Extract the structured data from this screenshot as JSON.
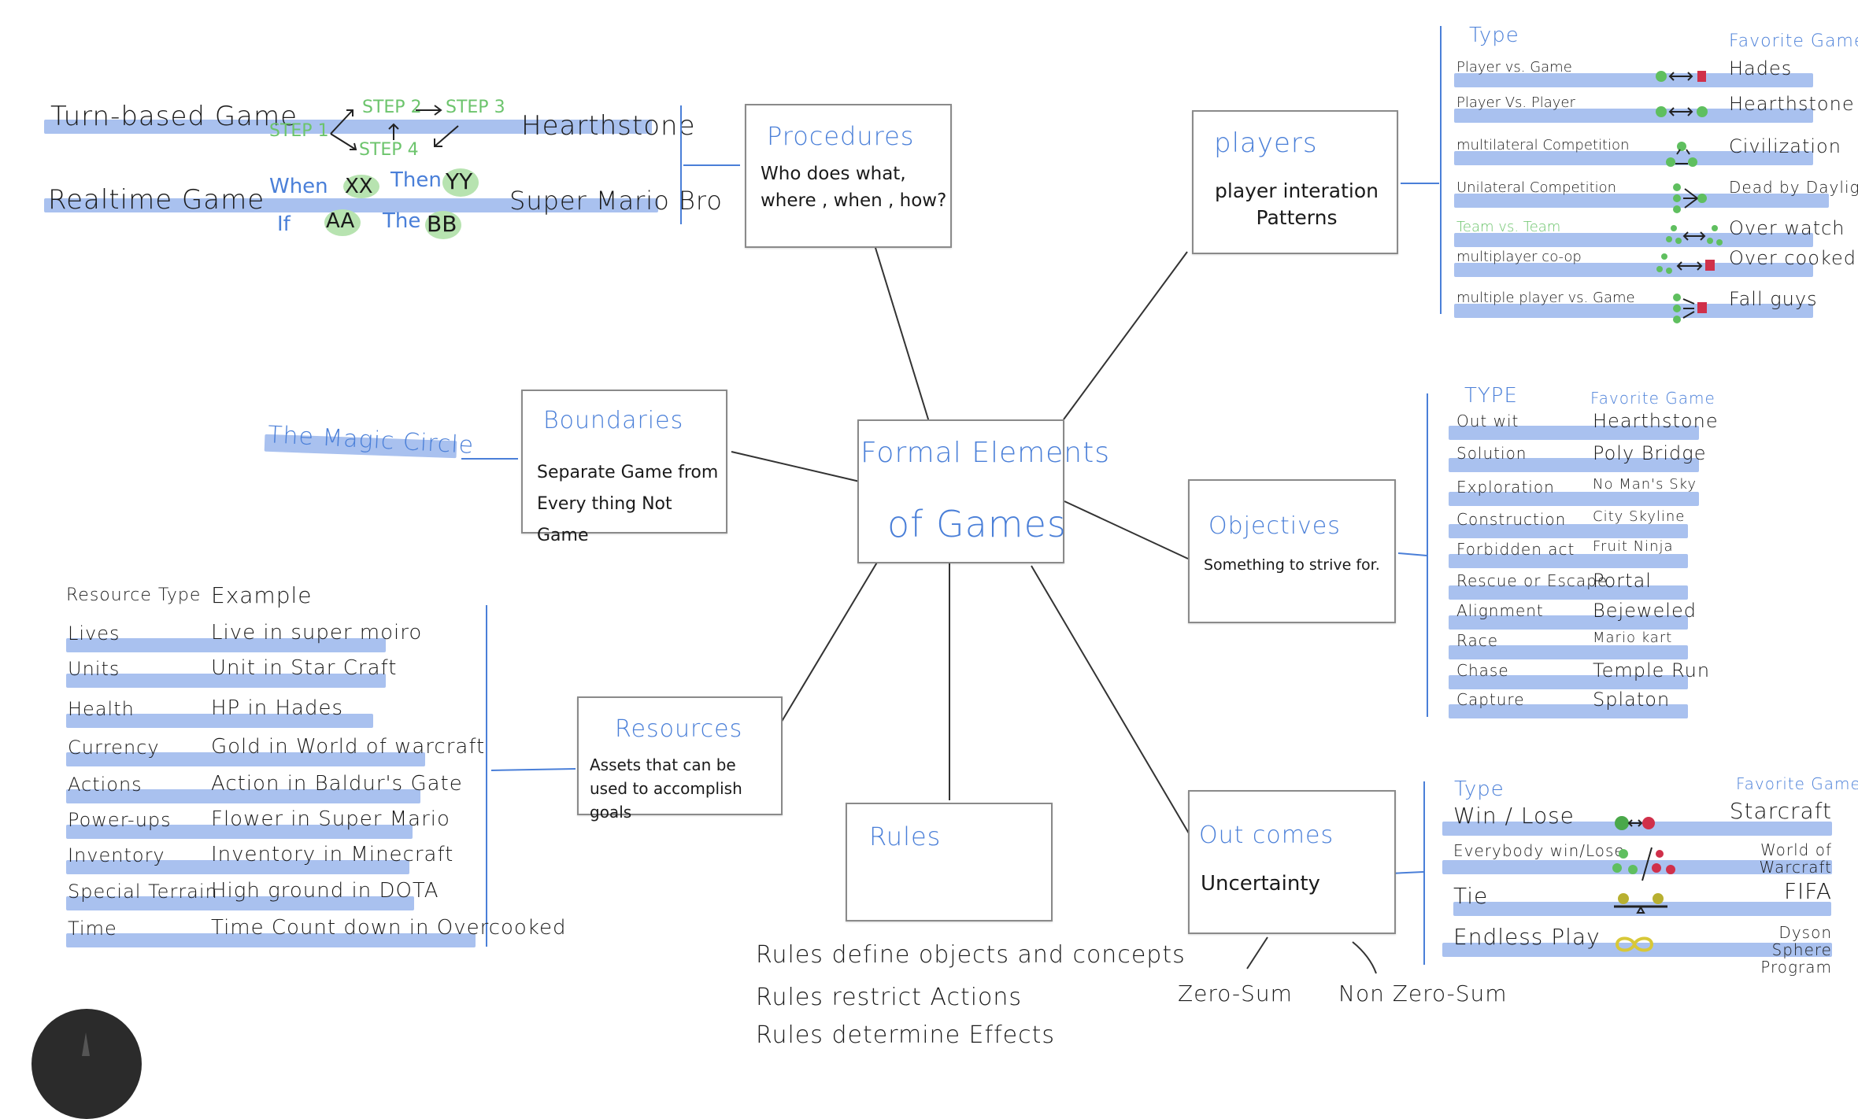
{
  "center": {
    "title_line1": "Formal Elements",
    "title_line2": "of Games"
  },
  "procedures": {
    "title": "Procedures",
    "body_line1": "Who does what,",
    "body_line2": "where , when , how?",
    "examples": [
      {
        "type": "Turn-based Game",
        "game": "Hearthstone"
      },
      {
        "type": "Realtime Game",
        "game": "Super Mario Bro"
      }
    ],
    "steps": [
      "STEP 1",
      "STEP 2",
      "STEP 3",
      "STEP 4"
    ],
    "realtime_rule": {
      "when": "When",
      "xx": "XX",
      "then": "Then",
      "yy": "YY",
      "if": "If",
      "aa": "AA",
      "the": "The",
      "bb": "BB"
    }
  },
  "players": {
    "title": "players",
    "body_line1": "player interation",
    "body_line2": "Patterns",
    "header_type": "Type",
    "header_game": "Favorite Game",
    "rows": [
      {
        "type": "Player vs. Game",
        "game": "Hades",
        "icon": "player-vs-game-icon"
      },
      {
        "type": "Player Vs. Player",
        "game": "Hearthstone",
        "icon": "player-vs-player-icon"
      },
      {
        "type": "multilateral Competition",
        "game": "Civilization",
        "icon": "multilateral-icon"
      },
      {
        "type": "Unilateral Competition",
        "game": "Dead by Daylight",
        "icon": "unilateral-icon"
      },
      {
        "type": "Team vs. Team",
        "game": "Over watch",
        "icon": "team-vs-team-icon"
      },
      {
        "type": "multiplayer co-op",
        "game": "Over cooked",
        "icon": "coop-icon"
      },
      {
        "type": "multiple player vs. Game",
        "game": "Fall guys",
        "icon": "multi-vs-game-icon"
      }
    ]
  },
  "boundaries": {
    "title": "Boundaries",
    "body_line1": "Separate Game from",
    "body_line2": "Every thing Not Game",
    "example": "The Magic Circle"
  },
  "objectives": {
    "title": "Objectives",
    "body": "Something to strive for.",
    "header_type": "TYPE",
    "header_game": "Favorite Game",
    "rows": [
      {
        "type": "Out wit",
        "game": "Hearthstone"
      },
      {
        "type": "Solution",
        "game": "Poly Bridge"
      },
      {
        "type": "Exploration",
        "game": "No Man's Sky"
      },
      {
        "type": "Construction",
        "game": "City Skyline"
      },
      {
        "type": "Forbidden act",
        "game": "Fruit Ninja"
      },
      {
        "type": "Rescue or Escape",
        "game": "Portal"
      },
      {
        "type": "Alignment",
        "game": "Bejeweled"
      },
      {
        "type": "Race",
        "game": "Mario kart"
      },
      {
        "type": "Chase",
        "game": "Temple Run"
      },
      {
        "type": "Capture",
        "game": "Splaton"
      }
    ]
  },
  "resources": {
    "title": "Resources",
    "body_line1": "Assets that can be",
    "body_line2": "used to accomplish goals",
    "header_type": "Resource Type",
    "header_example": "Example",
    "rows": [
      {
        "type": "Lives",
        "example": "Live in super moiro"
      },
      {
        "type": "Units",
        "example": "Unit in Star Craft"
      },
      {
        "type": "Health",
        "example": "HP in Hades"
      },
      {
        "type": "Currency",
        "example": "Gold in World of warcraft"
      },
      {
        "type": "Actions",
        "example": "Action in Baldur's Gate"
      },
      {
        "type": "Power-ups",
        "example": "Flower in Super Mario"
      },
      {
        "type": "Inventory",
        "example": "Inventory in Minecraft"
      },
      {
        "type": "Special Terrain",
        "example": "High ground in DOTA"
      },
      {
        "type": "Time",
        "example": "Time Count down in Overcooked"
      }
    ]
  },
  "rules": {
    "title": "Rules",
    "lines": [
      "Rules define objects and concepts",
      "Rules restrict Actions",
      "Rules determine Effects"
    ]
  },
  "outcomes": {
    "title": "Out comes",
    "body": "Uncertainty",
    "branches": [
      "Zero-Sum",
      "Non Zero-Sum"
    ],
    "header_type": "Type",
    "header_game": "Favorite Game",
    "rows": [
      {
        "type": "Win / Lose",
        "game": "Starcraft",
        "icon": "win-lose-icon"
      },
      {
        "type": "Everybody win/Lose",
        "game": "World of Warcraft",
        "icon": "everybody-win-lose-icon"
      },
      {
        "type": "Tie",
        "game": "FIFA",
        "icon": "tie-balance-icon"
      },
      {
        "type": "Endless Play",
        "game": "Dyson Sphere Program",
        "icon": "infinity-icon"
      }
    ]
  },
  "colors": {
    "accent": "#4a7fd8",
    "highlight": "#a9c1ef",
    "green": "#6cc46c",
    "red": "#d0304a"
  }
}
